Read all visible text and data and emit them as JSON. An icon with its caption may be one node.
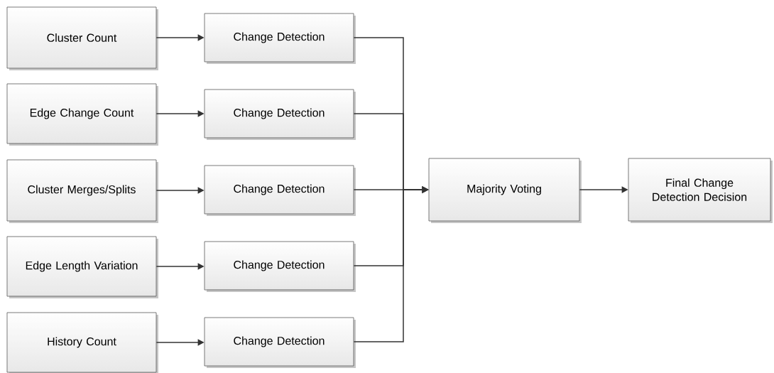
{
  "diagram": {
    "nodes": [
      {
        "text": [
          "Cluster Count"
        ]
      },
      {
        "text": [
          "Edge Change Count"
        ]
      },
      {
        "text": [
          "Cluster Merges/Splits"
        ]
      },
      {
        "text": [
          "Edge Length Variation"
        ]
      },
      {
        "text": [
          "History Count"
        ]
      },
      {
        "text": [
          "Change Detection"
        ]
      },
      {
        "text": [
          "Change Detection"
        ]
      },
      {
        "text": [
          "Change Detection"
        ]
      },
      {
        "text": [
          "Change Detection"
        ]
      },
      {
        "text": [
          "Change Detection"
        ]
      },
      {
        "text": [
          "Majority Voting"
        ]
      },
      {
        "text": [
          "Final Change Detection Decision"
        ]
      }
    ],
    "edges": [
      {
        "from": 0,
        "to": 5,
        "arrow": "to"
      },
      {
        "from": 1,
        "to": 6,
        "arrow": "to"
      },
      {
        "from": 2,
        "to": 7,
        "arrow": "to"
      },
      {
        "from": 3,
        "to": 8,
        "arrow": "to"
      },
      {
        "from": 4,
        "to": 9,
        "arrow": "to"
      },
      {
        "from": 5,
        "to": 10,
        "arrow": "to"
      },
      {
        "from": 6,
        "to": 10,
        "arrow": "to"
      },
      {
        "from": 7,
        "to": 10,
        "arrow": "to"
      },
      {
        "from": 8,
        "to": 10,
        "arrow": "to"
      },
      {
        "from": 9,
        "to": 10,
        "arrow": "to"
      },
      {
        "from": 10,
        "to": 11,
        "arrow": "to"
      }
    ]
  }
}
